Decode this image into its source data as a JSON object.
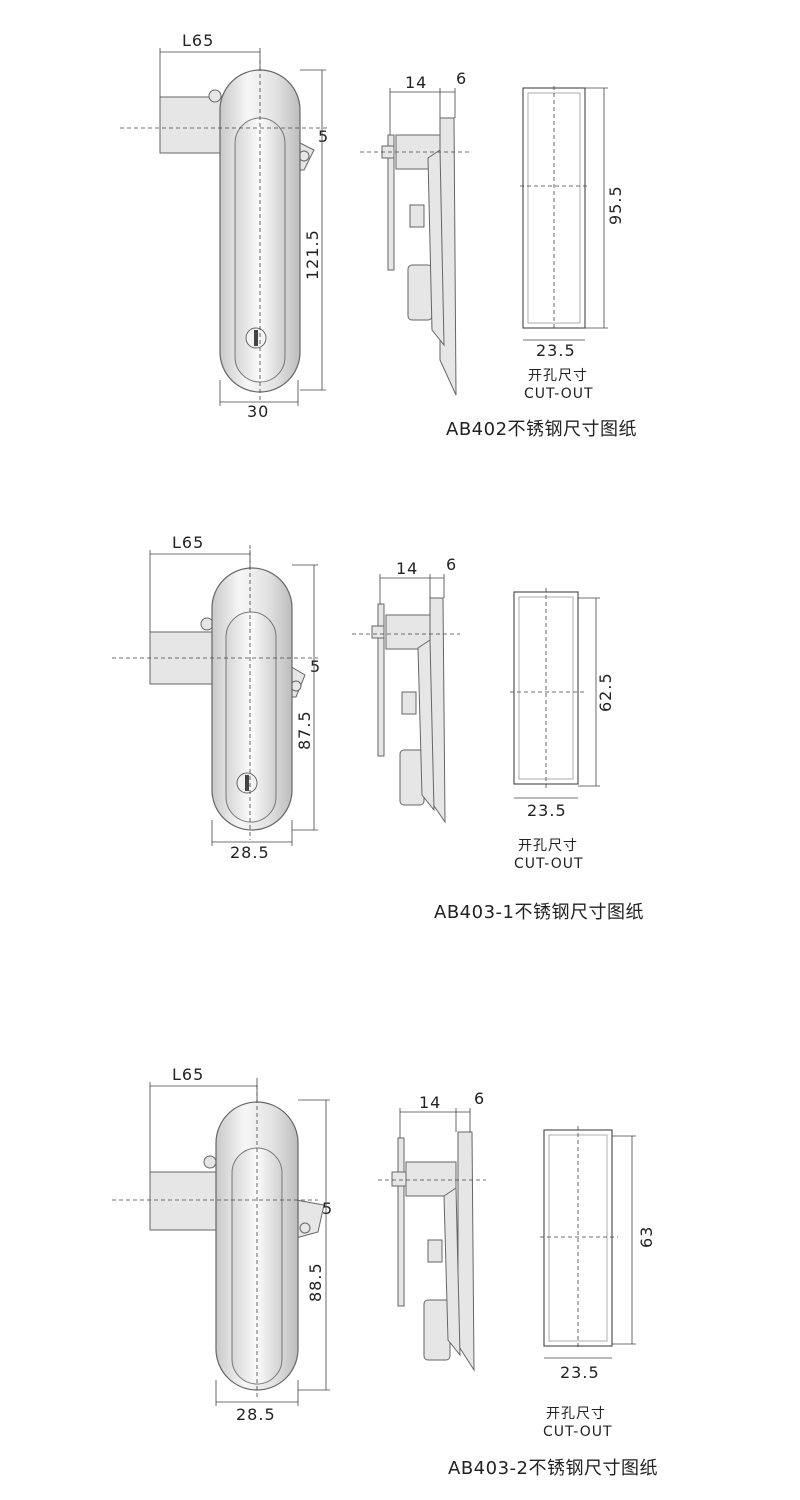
{
  "drawings": [
    {
      "caption": "AB402不锈钢尺寸图纸",
      "length_label": "L65",
      "depth_label": "14",
      "plate_label": "6",
      "hole_label": "5",
      "height_label": "121.5",
      "width_label": "30",
      "cutout_height_label": "95.5",
      "cutout_width_label": "23.5",
      "cutout_cn": "开孔尺寸",
      "cutout_en": "CUT-OUT"
    },
    {
      "caption": "AB403-1不锈钢尺寸图纸",
      "length_label": "L65",
      "depth_label": "14",
      "plate_label": "6",
      "hole_label": "5",
      "height_label": "87.5",
      "width_label": "28.5",
      "cutout_height_label": "62.5",
      "cutout_width_label": "23.5",
      "cutout_cn": "开孔尺寸",
      "cutout_en": "CUT-OUT"
    },
    {
      "caption": "AB403-2不锈钢尺寸图纸",
      "length_label": "L65",
      "depth_label": "14",
      "plate_label": "6",
      "hole_label": "5",
      "height_label": "88.5",
      "width_label": "28.5",
      "cutout_height_label": "63",
      "cutout_width_label": "23.5",
      "cutout_cn": "开孔尺寸",
      "cutout_en": "CUT-OUT"
    }
  ]
}
